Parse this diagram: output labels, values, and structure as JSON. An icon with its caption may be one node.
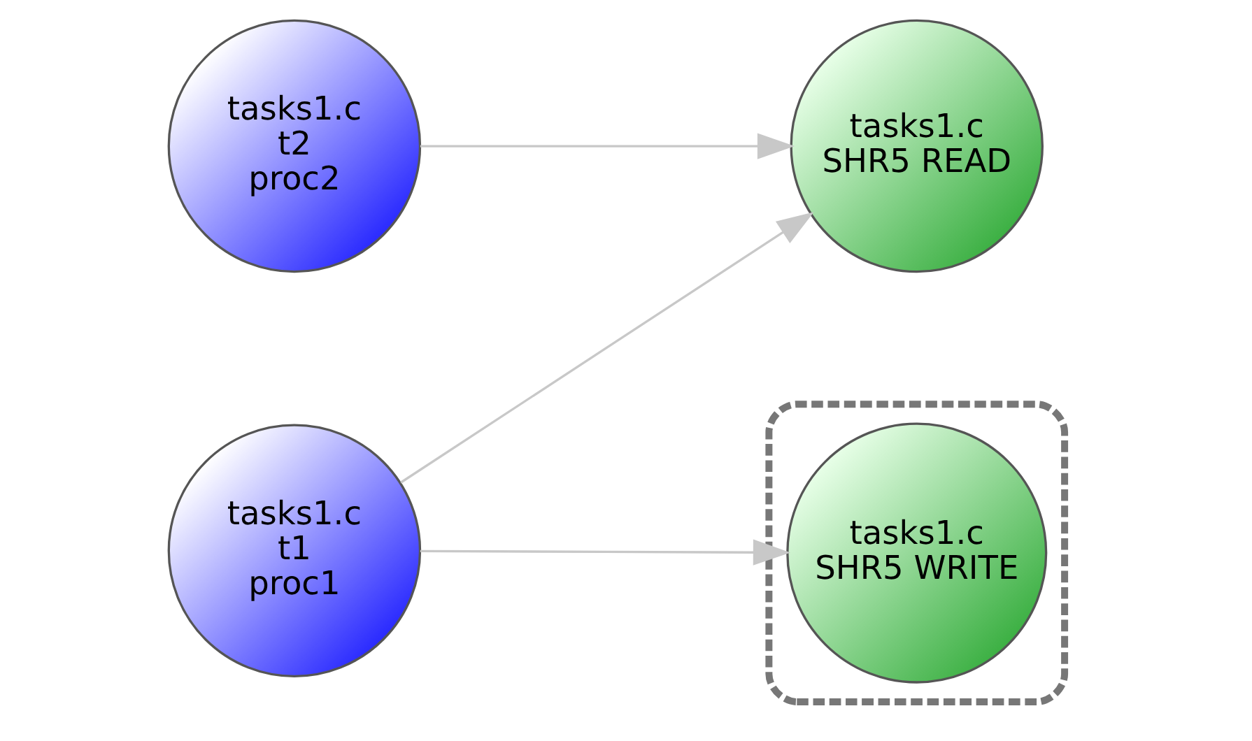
{
  "diagram": {
    "nodes": [
      {
        "text": [
          "tasks1.c",
          "t1",
          "proc1"
        ]
      },
      {
        "text": [
          "tasks1.c",
          "SHR5 READ"
        ]
      },
      {
        "text": [
          "tasks1.c",
          "t2",
          "proc2"
        ]
      },
      {
        "text": [],
        "shape": "box"
      },
      {
        "text": [
          "tasks1.c",
          "SHR5 WRITE"
        ],
        "in": 3
      }
    ],
    "edges": [
      {
        "from": 0,
        "to": 1,
        "arrow": "to"
      },
      {
        "from": 0,
        "to": 4,
        "arrow": "to"
      },
      {
        "from": 2,
        "to": 1,
        "arrow": "to"
      }
    ]
  }
}
